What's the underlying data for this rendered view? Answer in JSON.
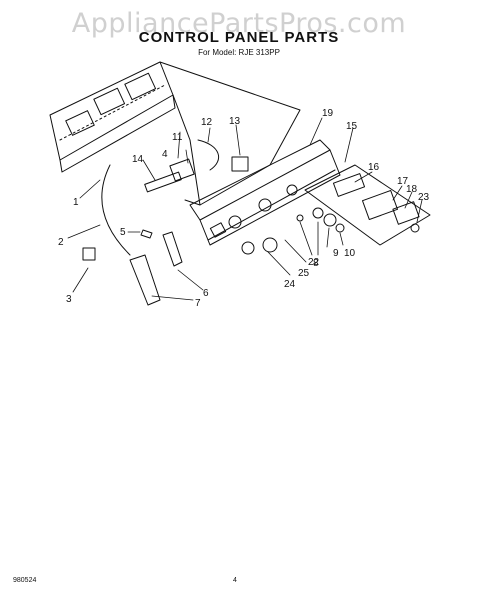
{
  "watermark": "AppliancePartsPros.com",
  "title": "CONTROL PANEL PARTS",
  "subtitle": "For Model: RJE 313PP",
  "callouts": [
    "1",
    "2",
    "3",
    "4",
    "5",
    "6",
    "7",
    "8",
    "9",
    "10",
    "11",
    "12",
    "13",
    "14",
    "15",
    "16",
    "17",
    "18",
    "19",
    "22",
    "23",
    "24",
    "25"
  ],
  "footer": {
    "left": "980524",
    "center": "4"
  }
}
